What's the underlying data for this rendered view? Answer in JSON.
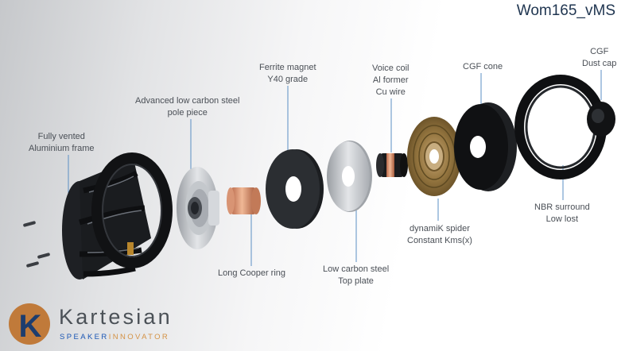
{
  "title": "Wom165_vMS",
  "brand": {
    "logo_letter": "K",
    "name": "Kartesian",
    "tagline_part1": "SPEAKER",
    "tagline_part2": "INNOVATOR",
    "colors": {
      "blue": "#1a56b4",
      "copper": "#c07a3a",
      "gray": "#4b5157"
    }
  },
  "parts": [
    {
      "id": "frame",
      "lines": [
        "Fully vented",
        "Aluminium frame"
      ]
    },
    {
      "id": "pole-piece",
      "lines": [
        "Advanced low carbon steel",
        "pole piece"
      ]
    },
    {
      "id": "copper-ring",
      "lines": [
        "Long Cooper ring"
      ]
    },
    {
      "id": "magnet",
      "lines": [
        "Ferrite magnet",
        "Y40 grade"
      ]
    },
    {
      "id": "top-plate",
      "lines": [
        "Low carbon steel",
        "Top plate"
      ]
    },
    {
      "id": "voice-coil",
      "lines": [
        "Voice coil",
        "Al former",
        "Cu wire"
      ]
    },
    {
      "id": "spider",
      "lines": [
        "dynamiK spider",
        "Constant Kms(x)"
      ]
    },
    {
      "id": "cone",
      "lines": [
        "CGF cone"
      ]
    },
    {
      "id": "surround",
      "lines": [
        "NBR surround",
        "Low lost"
      ]
    },
    {
      "id": "dust-cap",
      "lines": [
        "CGF",
        "Dust cap"
      ]
    }
  ]
}
